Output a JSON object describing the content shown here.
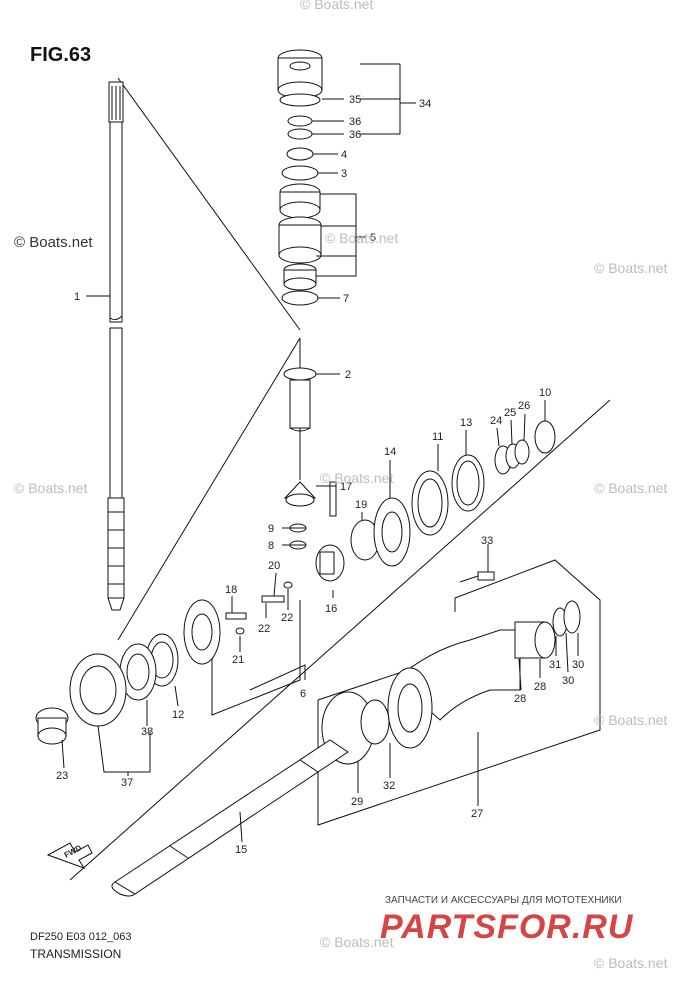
{
  "figure": {
    "title": "FIG.63",
    "code": "DF250 E03 012_063",
    "section": "TRANSMISSION"
  },
  "branding": {
    "tagline": "ЗАПЧАСТИ И АКСЕССУАРЫ ДЛЯ МОТОТЕХНИКИ",
    "logo": "PARTSFOR.RU",
    "watermark": "© Boats.net",
    "fwd_label": "FWD"
  },
  "callouts": {
    "c1": "1",
    "c2": "2",
    "c3": "3",
    "c4": "4",
    "c5": "5",
    "c6": "6",
    "c7": "7",
    "c8": "8",
    "c9": "9",
    "c10": "10",
    "c11": "11",
    "c12": "12",
    "c13": "13",
    "c14": "14",
    "c15": "15",
    "c16": "16",
    "c17": "17",
    "c18": "18",
    "c19": "19",
    "c20": "20",
    "c21": "21",
    "c22a": "22",
    "c22b": "22",
    "c23": "23",
    "c24": "24",
    "c25": "25",
    "c26": "26",
    "c27": "27",
    "c28a": "28",
    "c28b": "28",
    "c29": "29",
    "c30a": "30",
    "c30b": "30",
    "c31": "31",
    "c32": "32",
    "c33": "33",
    "c34": "34",
    "c35": "35",
    "c36a": "36",
    "c36b": "36",
    "c37": "37",
    "c38": "38"
  }
}
